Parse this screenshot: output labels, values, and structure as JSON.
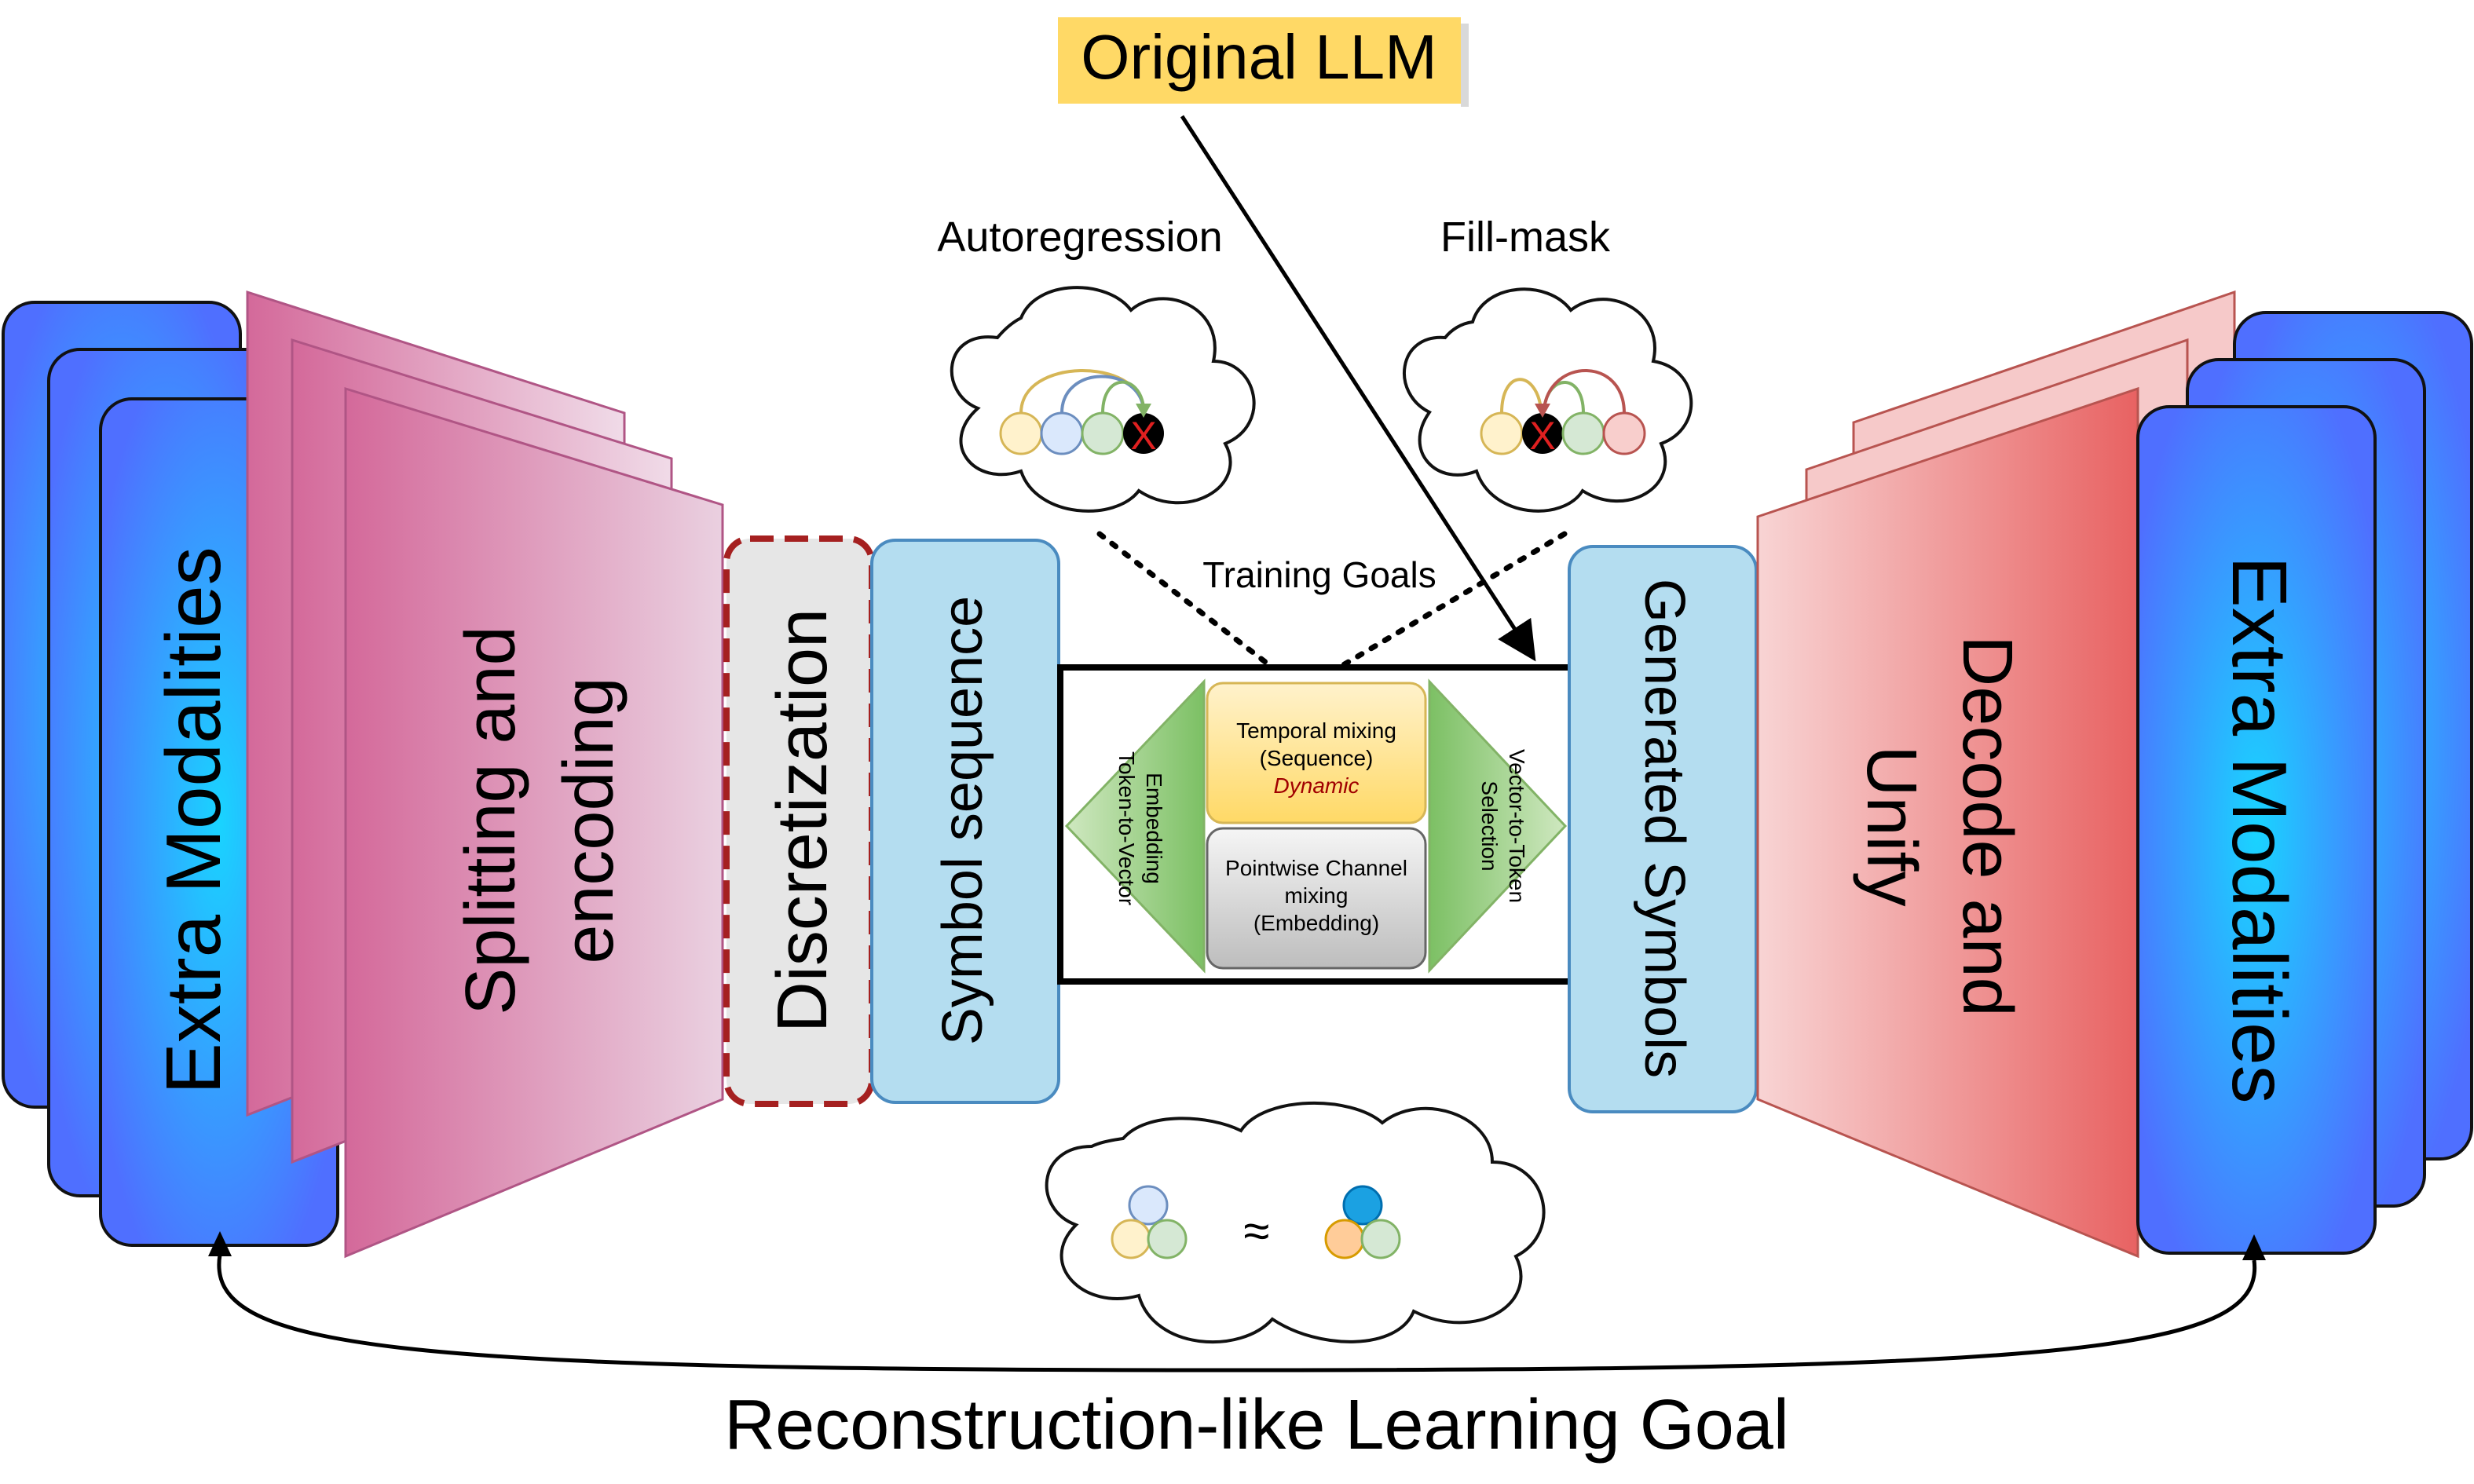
{
  "labels": {
    "original_llm": "Original LLM",
    "autoregression": "Autoregression",
    "fill_mask": "Fill-mask",
    "training_goals": "Training Goals",
    "extra_modalities_left": "Extra Modalities",
    "splitting_line1": "Splitting and",
    "splitting_line2": "encoding",
    "discretization": "Discretization",
    "symbol_sequence": "Symbol sequence",
    "token_to_vector_line1": "Token-to-Vector",
    "token_to_vector_line2": "Embedding",
    "temporal_line1": "Temporal mixing",
    "temporal_line2": "(Sequence)",
    "temporal_line3": "Dynamic",
    "pointwise_line1": "Pointwise Channel",
    "pointwise_line2": "mixing",
    "pointwise_line3": "(Embedding)",
    "vector_to_token_line1": "Vector-to-Token",
    "vector_to_token_line2": "Selection",
    "generated_symbols": "Generated Symbols",
    "decode_line1": "Decode and",
    "decode_line2": "Unify",
    "extra_modalities_right": "Extra Modalities",
    "approx": "≈",
    "x_mark": "X",
    "reconstruction_goal": "Reconstruction-like Learning Goal"
  },
  "colors": {
    "modality_blue": "#4f7cff",
    "modality_cyan": "#19d4ff",
    "encoder_pink": "#d66a9b",
    "decoder_red": "#e86060",
    "discretization_border": "#a52020",
    "symbol_box": "#b4ddf0",
    "temporal_yellow": "#ffd966",
    "pointwise_grey": "#cccccc",
    "embedding_green": "#8bc66a",
    "highlight_yellow": "#ffd966"
  }
}
